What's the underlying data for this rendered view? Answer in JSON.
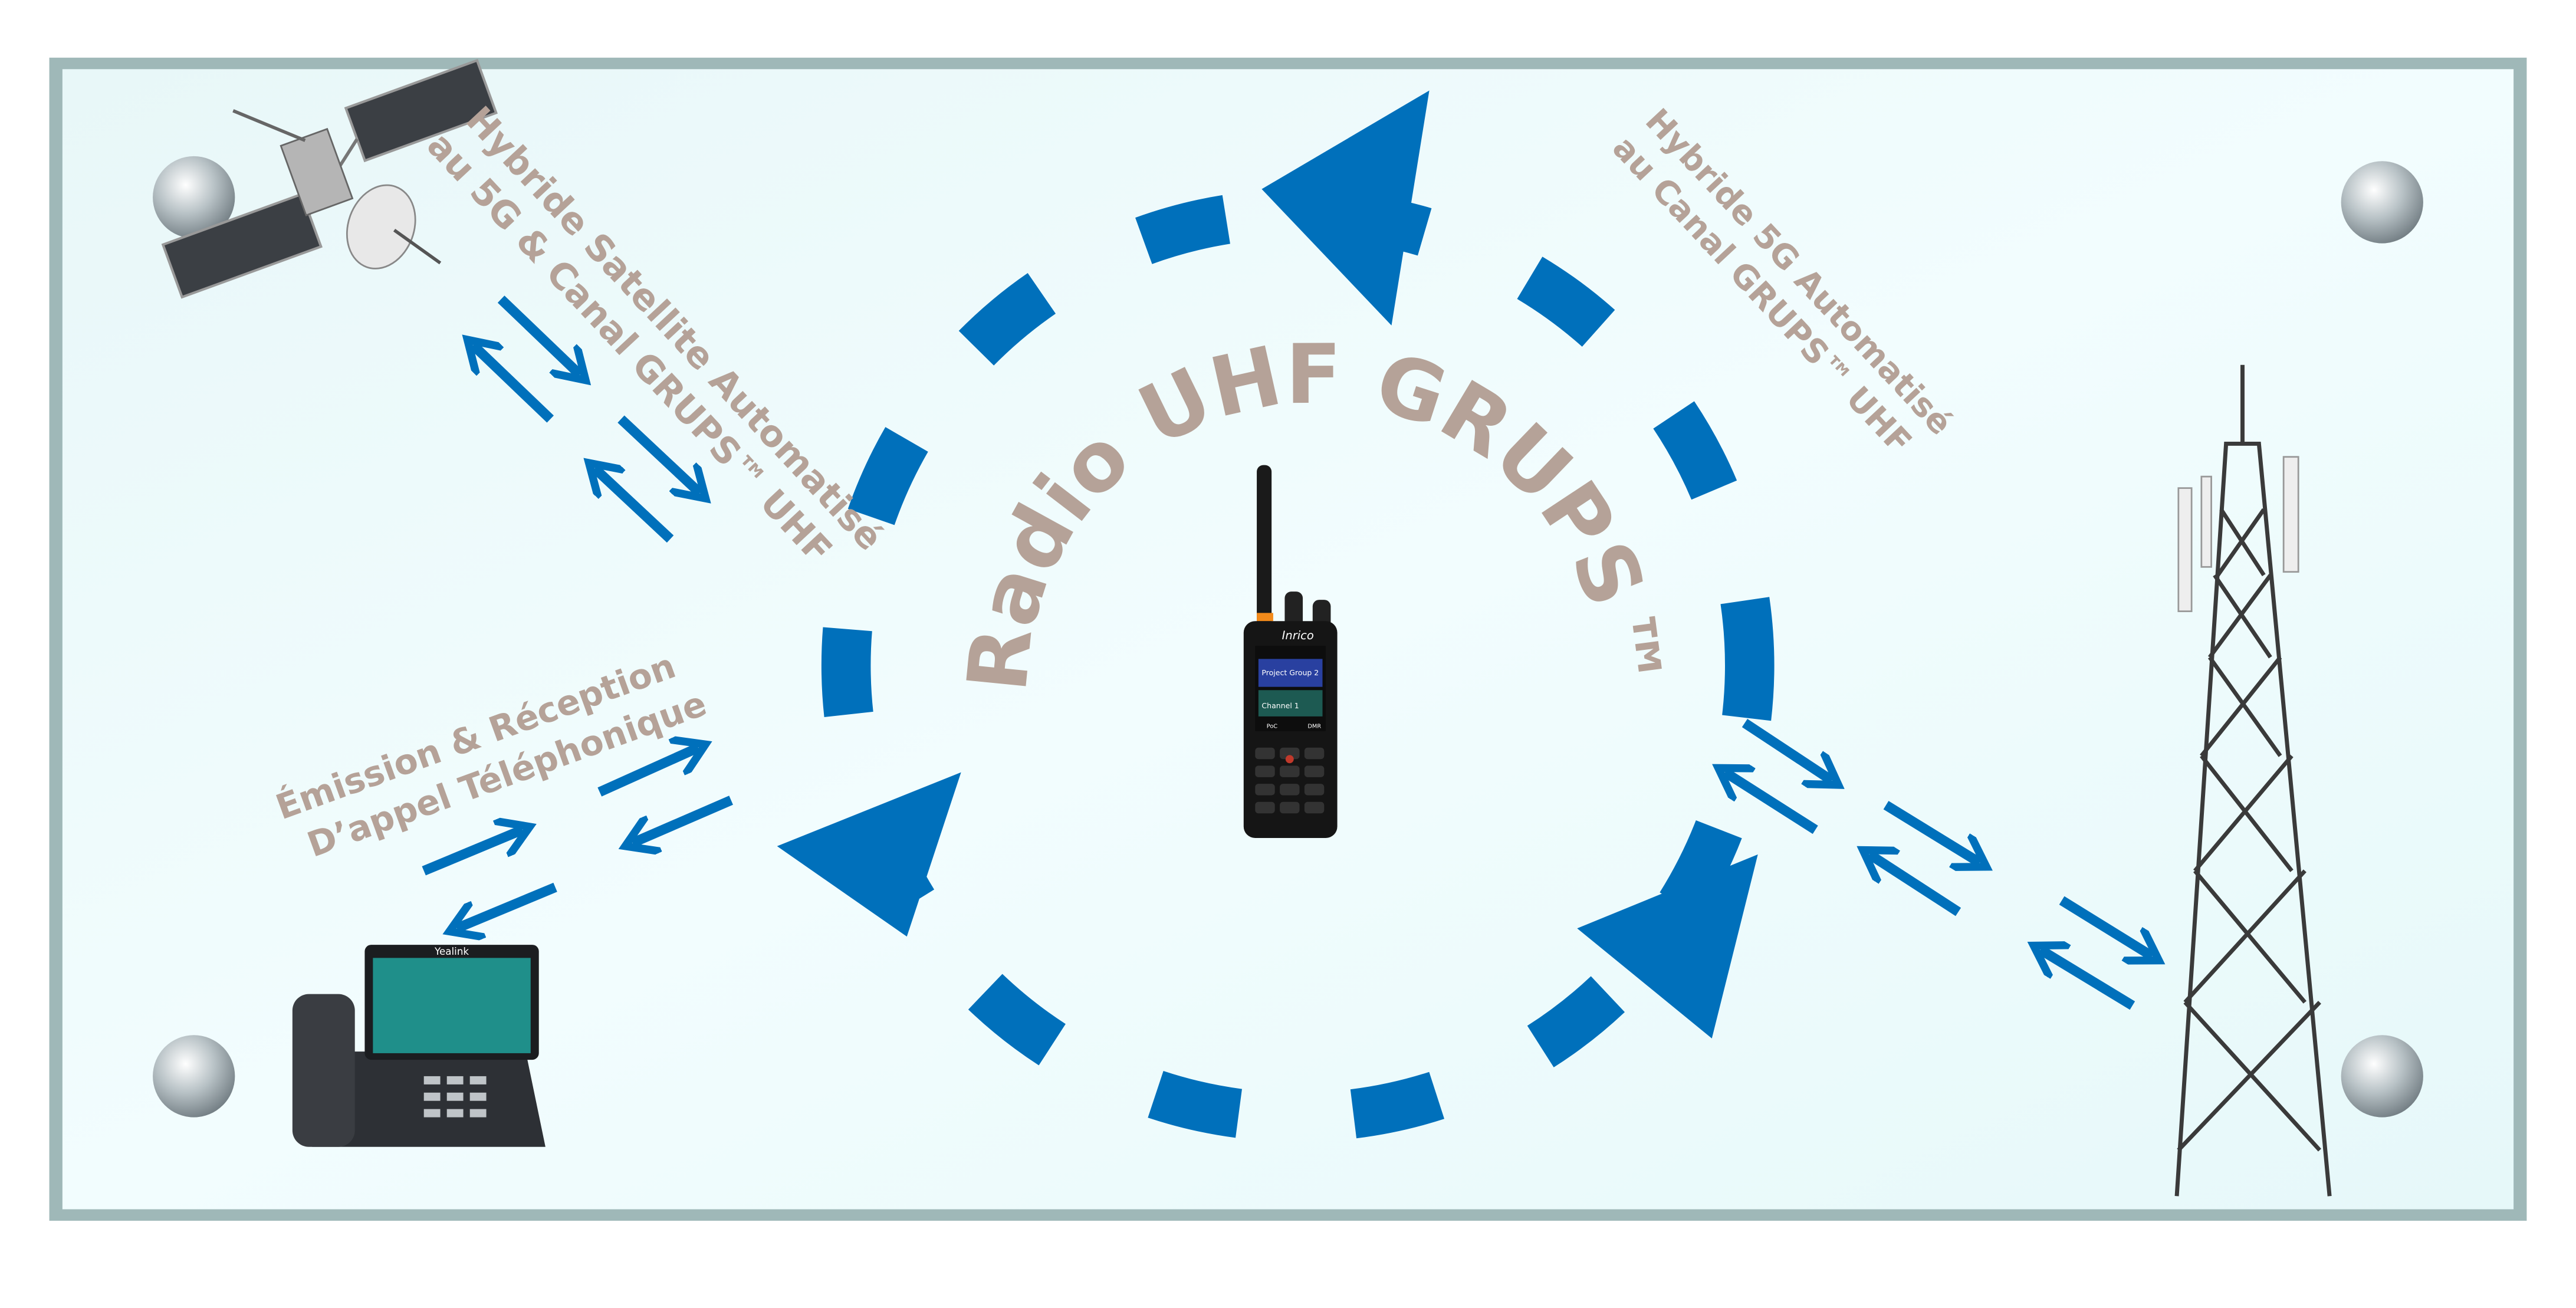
{
  "title": "Radio UHF GRUPS™",
  "labels": {
    "satellite_line1": "Hybride Satellite Automatisé",
    "satellite_line2": "au 5G & Canal GRUPS™ UHF",
    "tower_line1": "Hybride 5G Automatisé",
    "tower_line2": "au Canal GRUPS™ UHF",
    "phone_line1": "Émission & Réception",
    "phone_line2": "D’appel Téléphonique"
  },
  "radio": {
    "brand": "Inrico",
    "group": "Project Group 2",
    "channel": "Channel 1",
    "softkey_left": "PoC",
    "softkey_right": "DMR"
  },
  "phone": {
    "brand": "Yealink"
  },
  "colors": {
    "accent": "#0070bb",
    "label": "#b5a298",
    "panel": "#eefcfd"
  }
}
